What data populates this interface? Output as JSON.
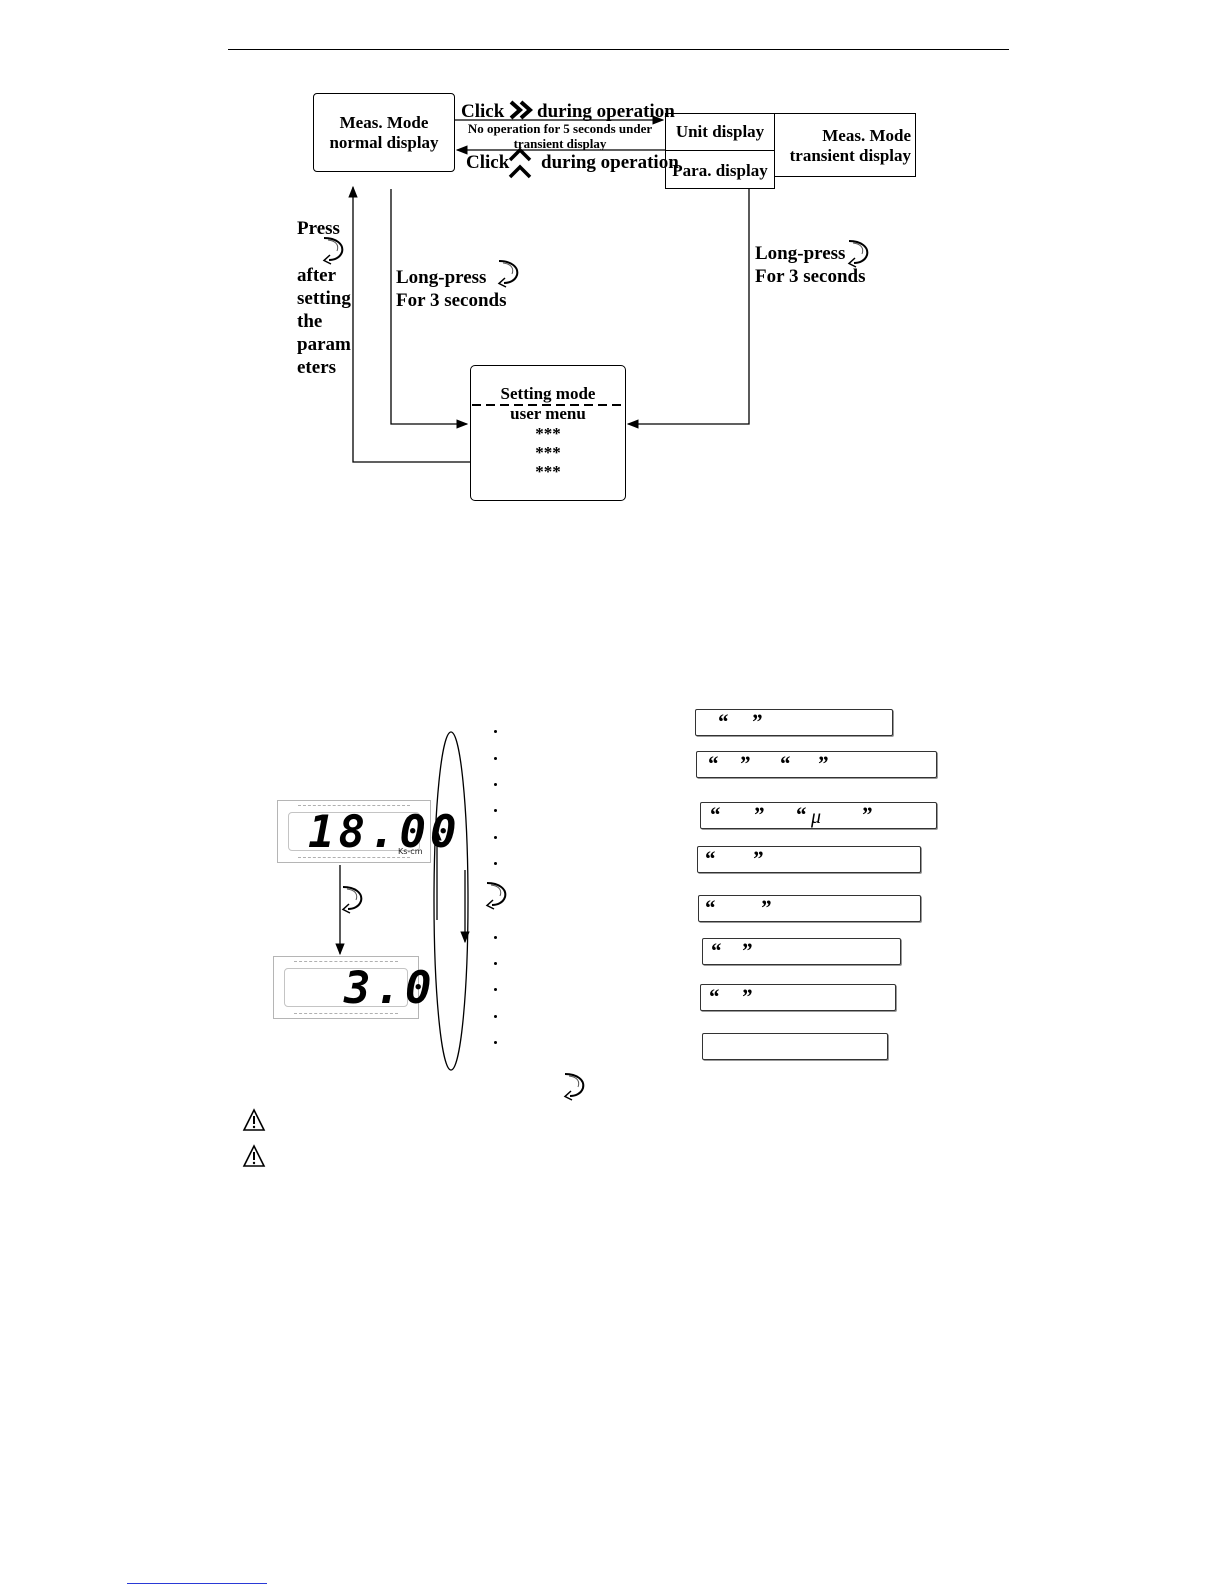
{
  "flowchart": {
    "meas_normal": {
      "line1": "Meas. Mode",
      "line2": "normal display"
    },
    "unit_display": "Unit display",
    "para_display": "Para. display",
    "meas_transient": {
      "line1": "Meas. Mode",
      "line2": "transient display"
    },
    "click_right": {
      "word": "Click",
      "rest": "during operation"
    },
    "no_operation": {
      "line1": "No operation for 5 seconds under",
      "line2": "transient display"
    },
    "click_up": {
      "word": "Click",
      "rest": "during operation"
    },
    "press_after": [
      "Press",
      "after",
      "setting",
      "the",
      "param",
      "eters"
    ],
    "longpress_left": {
      "line1": "Long-press",
      "line2": "For 3 seconds"
    },
    "longpress_right": {
      "line1": "Long-press",
      "line2": "For 3 seconds"
    },
    "setting_box": {
      "title": "Setting mode",
      "subtitle": "user menu",
      "items": [
        "***",
        "***",
        "***"
      ]
    }
  },
  "display_sequence": {
    "lcd_top": {
      "value": "18.00",
      "unit": "Ks-cm"
    },
    "lcd_bottom": {
      "value": "3.0"
    }
  },
  "menu_slots": {
    "open_quote": "“",
    "close_quote": "”",
    "mu_symbol": "μ"
  },
  "icons": {
    "double_chevron_right": "double-chevron-right-icon",
    "double_chevron_up": "double-chevron-up-icon",
    "enter_key": "enter-arrow-icon",
    "warning": "warning-triangle-icon"
  }
}
